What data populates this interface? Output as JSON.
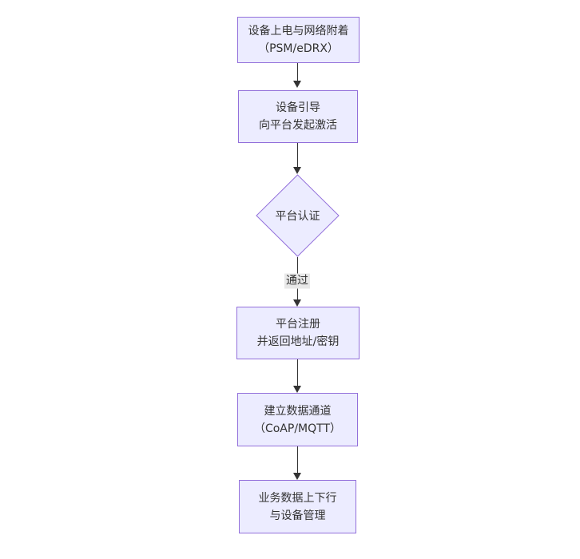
{
  "diagram": {
    "type": "flowchart",
    "direction": "top-down",
    "nodes": [
      {
        "id": "power-attach",
        "shape": "rect",
        "line1": "设备上电与网络附着",
        "line2": "（PSM/eDRX）"
      },
      {
        "id": "bootstrap",
        "shape": "rect",
        "line1": "设备引导",
        "line2": "向平台发起激活"
      },
      {
        "id": "platform-auth",
        "shape": "diamond",
        "label": "平台认证"
      },
      {
        "id": "platform-register",
        "shape": "rect",
        "line1": "平台注册",
        "line2": "并返回地址/密钥"
      },
      {
        "id": "data-channel",
        "shape": "rect",
        "line1": "建立数据通道",
        "line2": "（CoAP/MQTT）"
      },
      {
        "id": "business-data",
        "shape": "rect",
        "line1": "业务数据上下行",
        "line2": "与设备管理"
      }
    ],
    "edges": [
      {
        "from": "power-attach",
        "to": "bootstrap",
        "label": ""
      },
      {
        "from": "bootstrap",
        "to": "platform-auth",
        "label": ""
      },
      {
        "from": "platform-auth",
        "to": "platform-register",
        "label": "通过"
      },
      {
        "from": "platform-register",
        "to": "data-channel",
        "label": ""
      },
      {
        "from": "data-channel",
        "to": "business-data",
        "label": ""
      }
    ],
    "colors": {
      "node_fill": "#ECECFF",
      "node_border": "#9370DB",
      "text": "#333333",
      "edge": "#333333",
      "edge_label_bg": "#e8e8e8",
      "background": "#ffffff"
    }
  }
}
